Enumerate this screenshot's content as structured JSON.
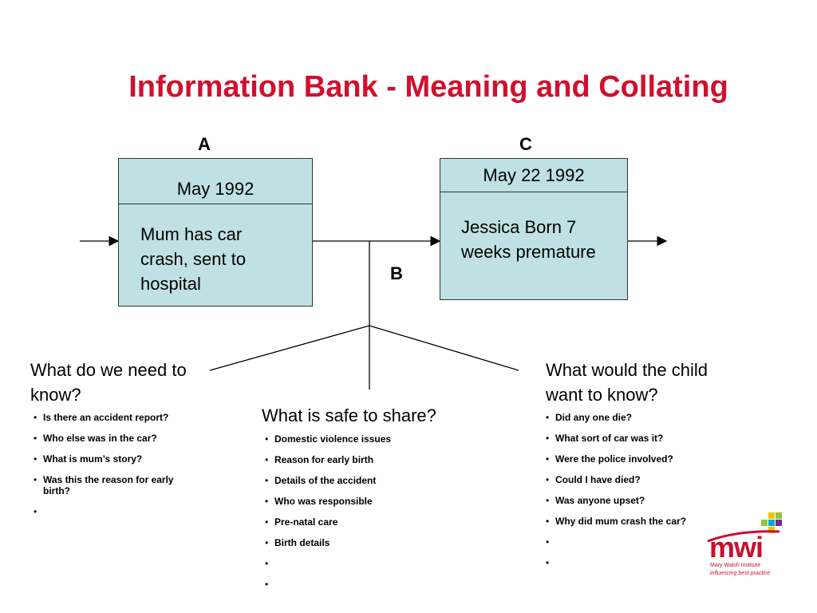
{
  "title": "Information Bank - Meaning and Collating",
  "labels": {
    "a": "A",
    "b": "B",
    "c": "C"
  },
  "box_a": {
    "date": "May 1992",
    "text": "Mum has car crash, sent to hospital"
  },
  "box_c": {
    "date": "May 22 1992",
    "text": "Jessica Born 7 weeks premature"
  },
  "left_column": {
    "heading": "What do we need to know?",
    "items": [
      "Is there an accident report?",
      "Who else was in the car?",
      "What is mum’s story?",
      "Was this the reason for early birth?",
      ""
    ]
  },
  "middle_column": {
    "heading": "What is safe to share?",
    "items": [
      "Domestic violence issues",
      "Reason for early birth",
      "Details of the accident",
      "Who was responsible",
      "Pre-natal care",
      "Birth details",
      "",
      ""
    ]
  },
  "right_column": {
    "heading": "What would the child want to know?",
    "items": [
      "Did any one die?",
      "What sort of car was it?",
      "Were the police involved?",
      "Could I have died?",
      "Was anyone upset?",
      "Why did mum crash the car?",
      "",
      ""
    ]
  },
  "logo": {
    "name": "mwi",
    "org": "Mary Walsh Institute",
    "tagline": "influencing best practice",
    "brand_color": "#c8102e"
  },
  "colors": {
    "title": "#d0102e",
    "box_fill": "#bfe1e3"
  }
}
